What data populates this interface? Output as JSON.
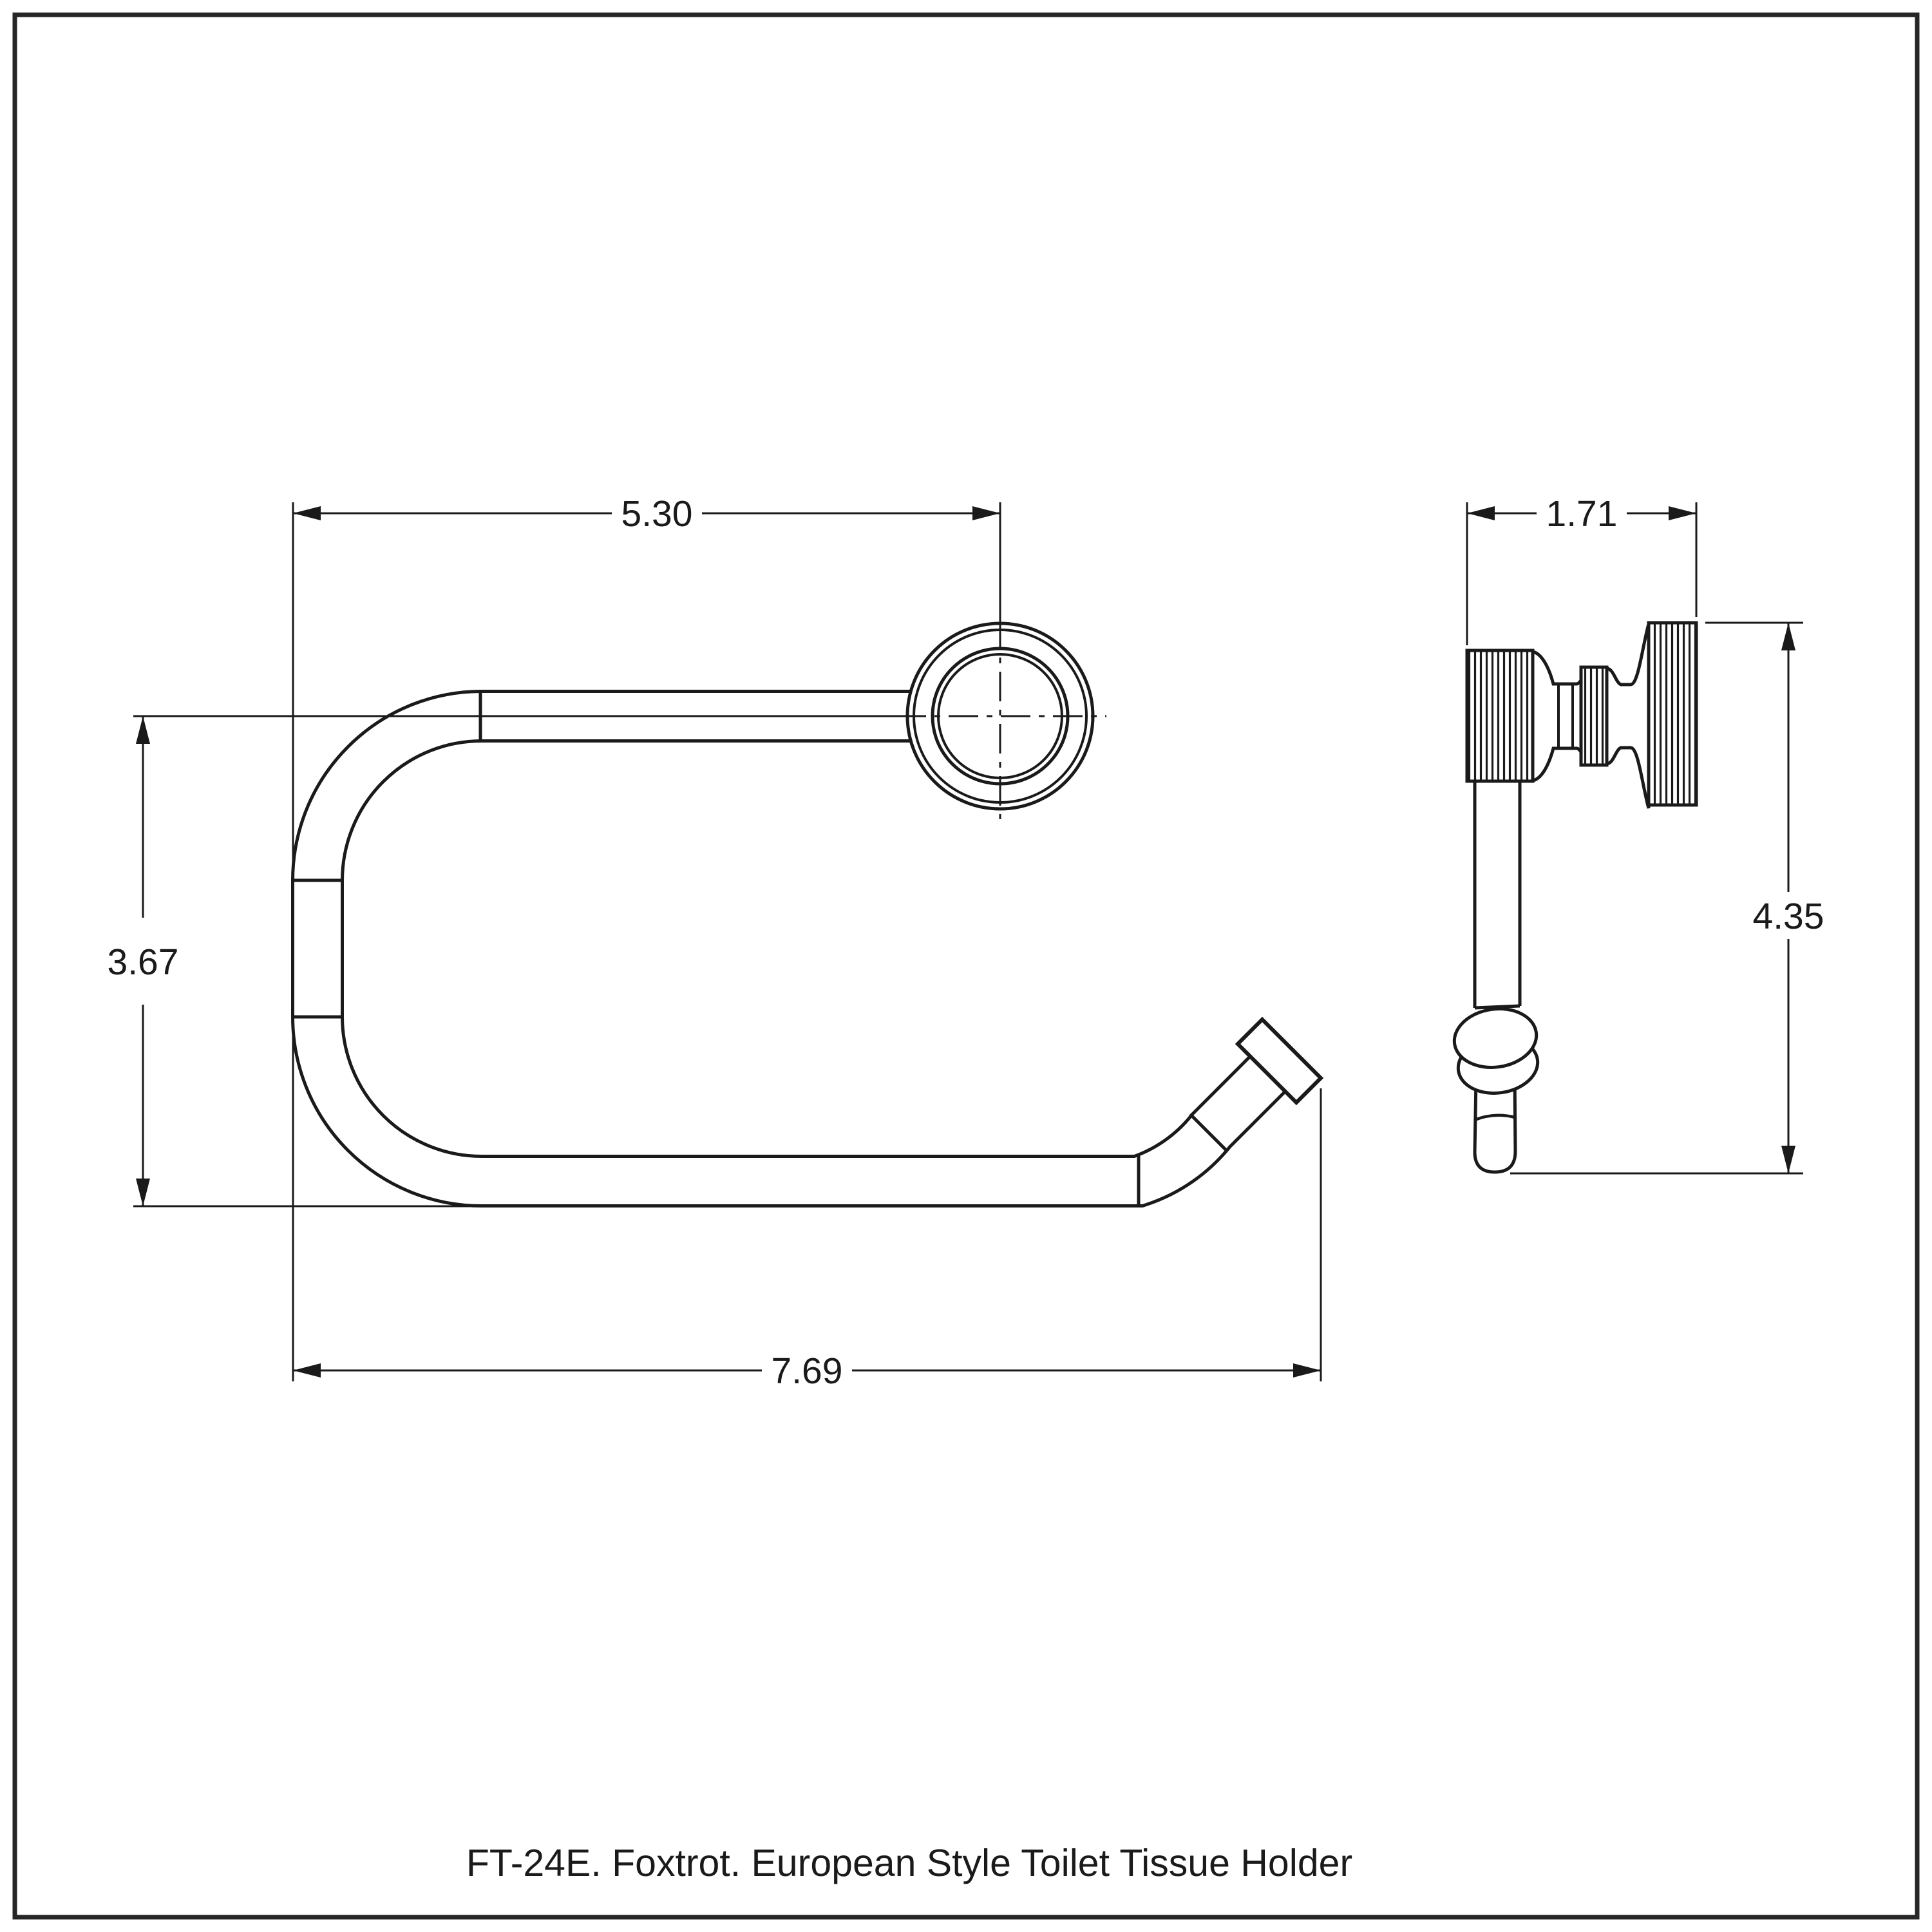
{
  "drawing": {
    "caption": "FT-24E. Foxtrot. European Style Toilet Tissue Holder",
    "colors": {
      "background": "#ffffff",
      "line": "#1a1a1a",
      "frame": "#262626"
    },
    "front_view": {
      "dimensions": {
        "top_width": "5.30",
        "height": "3.67",
        "overall_width": "7.69"
      }
    },
    "side_view": {
      "dimensions": {
        "depth": "1.71",
        "height": "4.35"
      }
    }
  }
}
